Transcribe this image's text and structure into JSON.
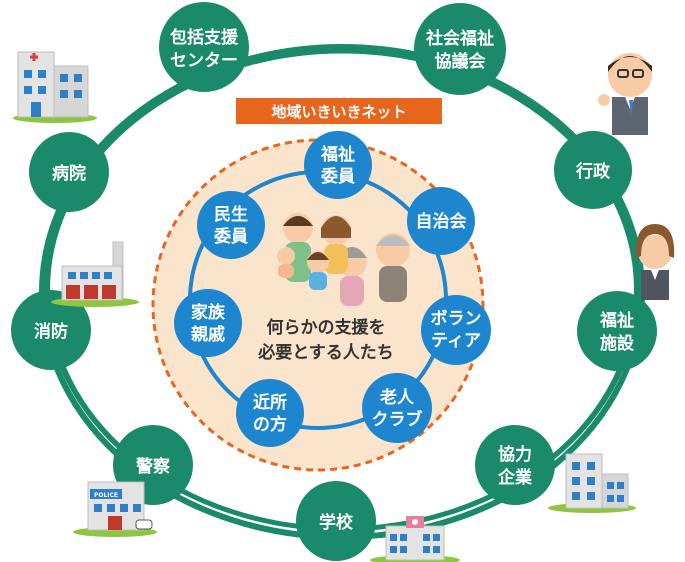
{
  "network_label": "地域いきいきネット",
  "center": {
    "line1": "何らかの支援を",
    "line2": "必要とする人たち"
  },
  "inner_nodes": [
    {
      "id": "welfare-commissioner",
      "lines": [
        "福祉",
        "委員"
      ]
    },
    {
      "id": "residents-association",
      "lines": [
        "自治会"
      ]
    },
    {
      "id": "volunteer",
      "lines": [
        "ボラン",
        "ティア"
      ]
    },
    {
      "id": "seniors-club",
      "lines": [
        "老人",
        "クラブ"
      ]
    },
    {
      "id": "neighbors",
      "lines": [
        "近所",
        "の方"
      ]
    },
    {
      "id": "family-relatives",
      "lines": [
        "家族",
        "親戚"
      ]
    },
    {
      "id": "welfare-volunteer",
      "lines": [
        "民生",
        "委員"
      ]
    }
  ],
  "outer_nodes": [
    {
      "id": "support-center",
      "lines": [
        "包括支援",
        "センター"
      ]
    },
    {
      "id": "social-welfare-council",
      "lines": [
        "社会福祉",
        "協議会"
      ]
    },
    {
      "id": "administration",
      "lines": [
        "行政"
      ]
    },
    {
      "id": "welfare-facility",
      "lines": [
        "福祉",
        "施設"
      ]
    },
    {
      "id": "cooperating-business",
      "lines": [
        "協力",
        "企業"
      ]
    },
    {
      "id": "school",
      "lines": [
        "学校"
      ]
    },
    {
      "id": "police",
      "lines": [
        "警察"
      ]
    },
    {
      "id": "fire-department",
      "lines": [
        "消防"
      ]
    },
    {
      "id": "hospital",
      "lines": [
        "病院"
      ]
    }
  ],
  "police_sign": "POLICE",
  "colors": {
    "outer_green": "#1a8a6a",
    "inner_blue": "#1e86cf",
    "center_fill": "#fbe4cc",
    "dash_orange": "#e8651e",
    "label_orange": "#e8651e"
  }
}
